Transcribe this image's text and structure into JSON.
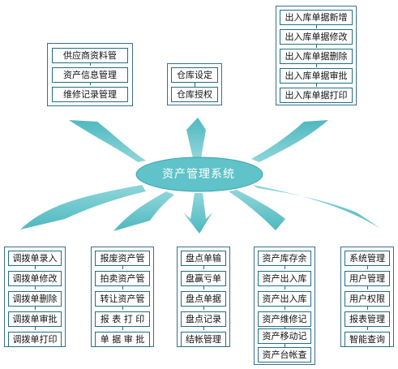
{
  "center": "资产管理系统",
  "colors": {
    "accent": "#5fc3c9",
    "border": "#1f6f86"
  },
  "groups": [
    {
      "id": "supplier",
      "items": [
        "供应商资料管",
        "资产信息管理",
        "维修记录管理"
      ]
    },
    {
      "id": "warehouse",
      "items": [
        "仓库设定",
        "仓库授权"
      ]
    },
    {
      "id": "inout",
      "items": [
        "出入库单据新增",
        "出入库单据修改",
        "出入库单据删除",
        "出入库单据审批",
        "出入库单据打印"
      ]
    },
    {
      "id": "transfer",
      "items": [
        "调拨单录入",
        "调拨单修改",
        "调拨单删除",
        "调拨单审批",
        "调拨单打印"
      ]
    },
    {
      "id": "scrap",
      "items": [
        "报废资产管",
        "拍卖资产管",
        "转让资产管",
        "报 表 打 印",
        "单 据 审 批"
      ]
    },
    {
      "id": "inventory",
      "items": [
        "盘点单输",
        "盘赢亏单",
        "盘点单据",
        "盘点记录",
        "结帐管理"
      ]
    },
    {
      "id": "assets",
      "items": [
        "资产库存余",
        "资产出入库",
        "资产出入库",
        "资产维修记",
        "资产移动记",
        "资产台帐查"
      ]
    },
    {
      "id": "system",
      "items": [
        "系统管理",
        "用户管理",
        "用户权限",
        "报表管理",
        "智能查询"
      ]
    }
  ]
}
